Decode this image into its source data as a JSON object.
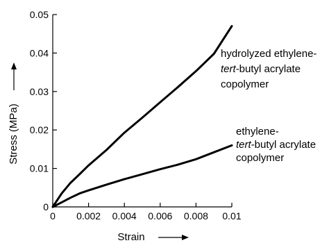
{
  "chart_data": {
    "type": "line",
    "title": "",
    "xlabel": "Strain",
    "ylabel": "Stress (MPa)",
    "xlim": [
      0,
      0.01
    ],
    "ylim": [
      0,
      0.05
    ],
    "xticks": [
      "0",
      "0.002",
      "0.004",
      "0.006",
      "0.008",
      "0.01"
    ],
    "yticks": [
      "0",
      "0.01",
      "0.02",
      "0.03",
      "0.04",
      "0.05"
    ],
    "grid": false,
    "legend": "none",
    "series": [
      {
        "label_lines": [
          {
            "parts": [
              {
                "text": "hydrolyzed ethylene-",
                "italic": false
              }
            ]
          },
          {
            "parts": [
              {
                "text": "tert",
                "italic": true
              },
              {
                "text": "-butyl acrylate",
                "italic": false
              }
            ]
          },
          {
            "parts": [
              {
                "text": "copolymer",
                "italic": false
              }
            ]
          }
        ],
        "color": "#000000",
        "x": [
          0,
          0.0005,
          0.001,
          0.0015,
          0.002,
          0.003,
          0.004,
          0.005,
          0.006,
          0.007,
          0.008,
          0.009,
          0.01
        ],
        "y": [
          0,
          0.0035,
          0.0063,
          0.0085,
          0.0108,
          0.0148,
          0.0193,
          0.0232,
          0.0272,
          0.0312,
          0.0353,
          0.0398,
          0.047
        ]
      },
      {
        "label_lines": [
          {
            "parts": [
              {
                "text": "ethylene-",
                "italic": false
              }
            ]
          },
          {
            "parts": [
              {
                "text": "tert",
                "italic": true
              },
              {
                "text": "-butyl acrylate",
                "italic": false
              }
            ]
          },
          {
            "parts": [
              {
                "text": "copolymer",
                "italic": false
              }
            ]
          }
        ],
        "color": "#000000",
        "x": [
          0,
          0.0005,
          0.001,
          0.0015,
          0.002,
          0.003,
          0.004,
          0.005,
          0.006,
          0.007,
          0.008,
          0.009,
          0.01
        ],
        "y": [
          0,
          0.0012,
          0.0024,
          0.0035,
          0.0043,
          0.0058,
          0.0072,
          0.0085,
          0.0098,
          0.011,
          0.0124,
          0.0142,
          0.016
        ]
      }
    ]
  }
}
